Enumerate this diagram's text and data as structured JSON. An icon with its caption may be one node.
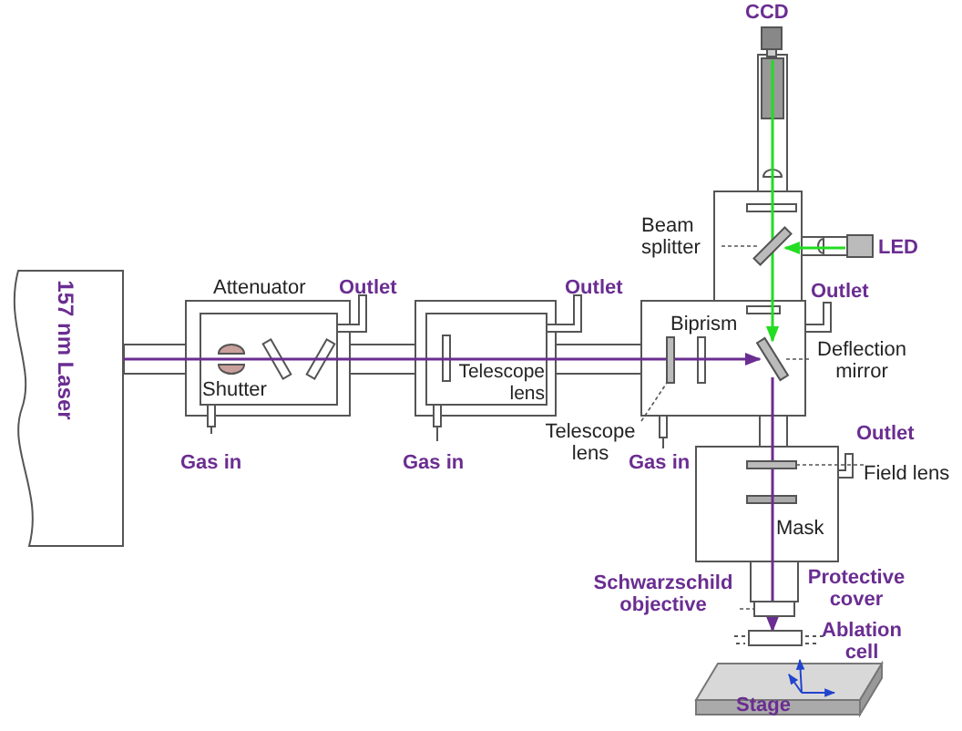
{
  "diagram": {
    "nodes": [
      {
        "text": [
          "157 nm Laser"
        ]
      },
      {
        "text": [
          "Beam splitter"
        ]
      },
      {
        "text": [],
        "shape": "bar"
      },
      {
        "text": [
          "Deflection mirror"
        ]
      },
      {
        "text": [],
        "shape": "bar"
      },
      {
        "text": [
          "Telescope lens"
        ]
      },
      {
        "text": [],
        "shape": "bar"
      },
      {
        "text": [
          "Field lens"
        ]
      },
      {
        "text": [],
        "shape": "bar"
      },
      {
        "text": [
          "Schwarzschild objective"
        ]
      },
      {
        "text": [],
        "shape": "box"
      },
      {
        "text": [],
        "shape": "box"
      }
    ],
    "edges": [
      {
        "from": 1,
        "to": 2,
        "arrow": "none",
        "style": "dashed"
      },
      {
        "from": 3,
        "to": 4,
        "arrow": "none",
        "style": "dashed"
      },
      {
        "from": 5,
        "to": 6,
        "arrow": "none",
        "style": "dashed"
      },
      {
        "from": 7,
        "to": 8,
        "arrow": "none",
        "style": "dashed"
      },
      {
        "from": 9,
        "to": 10,
        "arrow": "none",
        "style": "dashed"
      },
      {
        "from": 0,
        "to": 4,
        "arrow": "to",
        "color": "#6a2d91"
      },
      {
        "from": 4,
        "to": 11,
        "arrow": "to",
        "color": "#6a2d91"
      },
      {
        "from": null,
        "to": 4,
        "arrow": "to",
        "color": "#22dd22"
      },
      {
        "from": null,
        "to": 2,
        "arrow": "to",
        "color": "#22dd22"
      }
    ],
    "labels": [
      "CCD",
      "LED",
      "Attenuator",
      "Outlet",
      "Outlet",
      "Outlet",
      "Biprism",
      "Telescope lens",
      "Shutter",
      "Gas in",
      "Gas in",
      "Gas in",
      "Outlet",
      "Mask",
      "Protective cover",
      "Ablation cell",
      "Stage"
    ]
  }
}
